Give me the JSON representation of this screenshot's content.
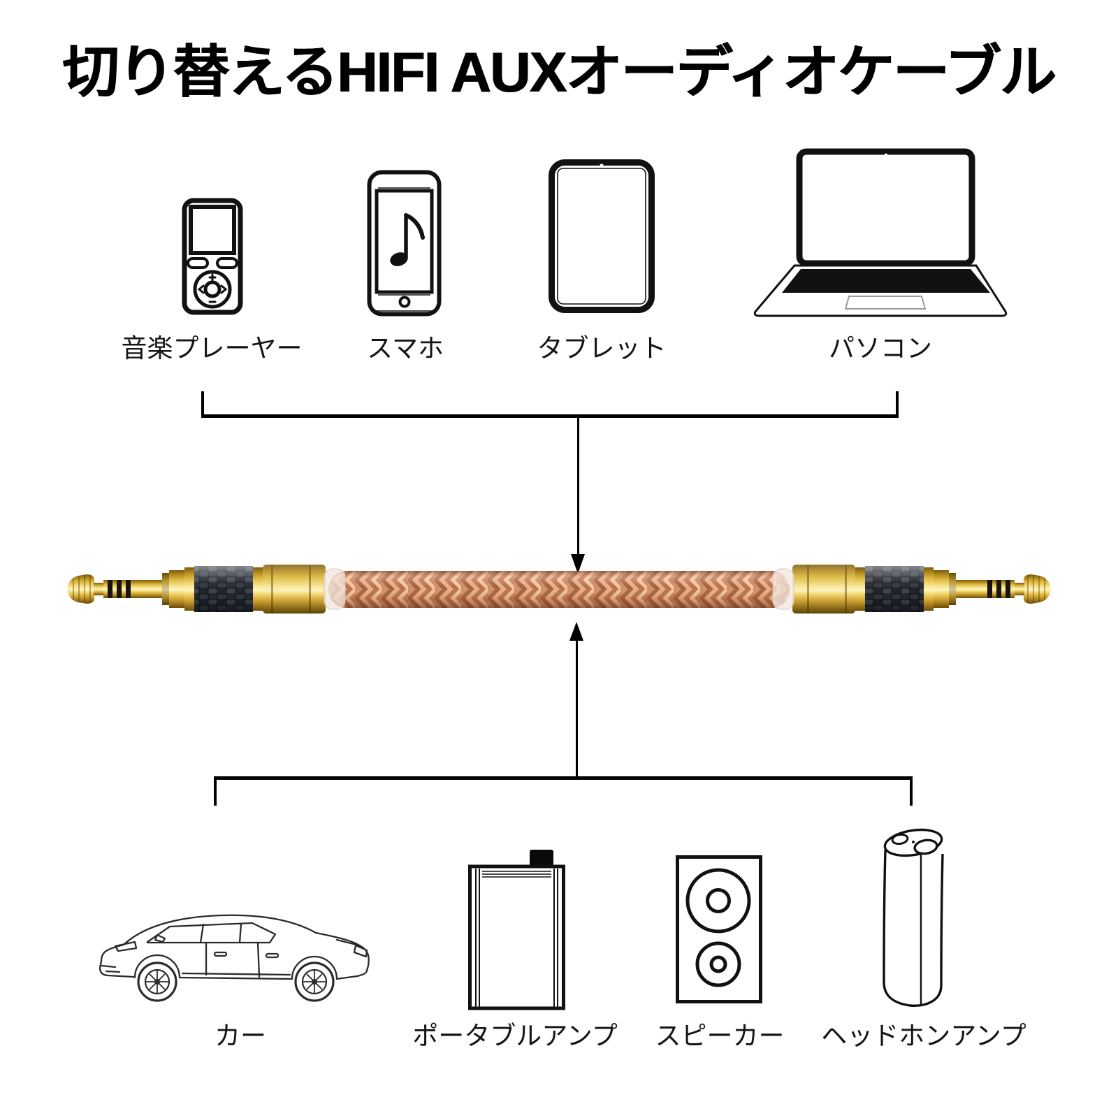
{
  "title": "切り替えるHIFI AUXオーディオケーブル",
  "source_devices": {
    "items": [
      {
        "label": "音楽プレーヤー",
        "icon": "music-player-icon"
      },
      {
        "label": "スマホ",
        "icon": "smartphone-icon"
      },
      {
        "label": "タブレット",
        "icon": "tablet-icon"
      },
      {
        "label": "パソコン",
        "icon": "laptop-icon"
      }
    ],
    "arrow_direction": "down"
  },
  "output_devices": {
    "items": [
      {
        "label": "カー",
        "icon": "car-icon"
      },
      {
        "label": "ポータブルアンプ",
        "icon": "portable-amp-icon"
      },
      {
        "label": "スピーカー",
        "icon": "speaker-icon"
      },
      {
        "label": "ヘッドホンアンプ",
        "icon": "headphone-amp-icon"
      }
    ],
    "arrow_direction": "up"
  },
  "cable": {
    "icon": "aux-cable-photo",
    "colors": {
      "gold_connector": "#d4af37",
      "copper_wire": "#d8906a",
      "carbon_fiber": "#23262c",
      "heat_shrink": "#efe3da"
    }
  },
  "diagram_lines": {
    "color": "#000000"
  },
  "background": "#ffffff",
  "text_color": "#111111"
}
